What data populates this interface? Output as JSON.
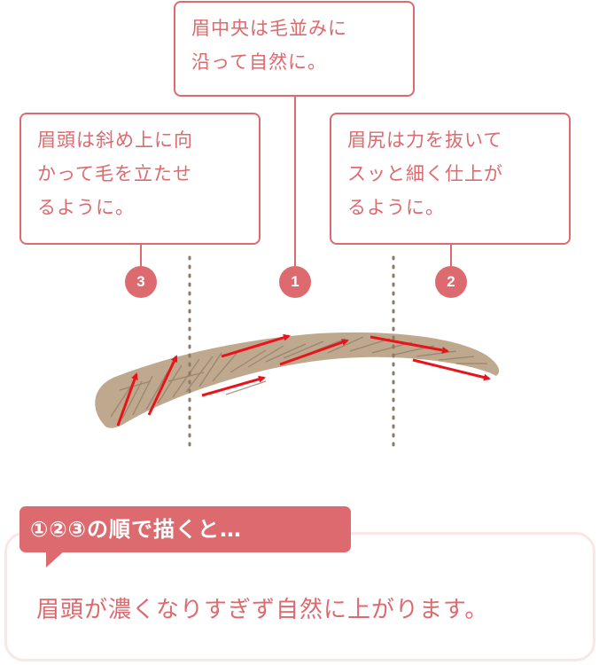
{
  "callouts": {
    "center": {
      "line1": "眉中央は毛並みに",
      "line2": "沿って自然に。"
    },
    "head": {
      "line1": "眉頭は斜め上に向",
      "line2": "かって毛を立たせ",
      "line3": "るように。"
    },
    "tail": {
      "line1": "眉尻は力を抜いて",
      "line2": "スッと細く仕上が",
      "line3": "るように。"
    }
  },
  "badges": {
    "one": "1",
    "two": "2",
    "three": "3"
  },
  "result": {
    "tag": "①②③の順で描くと…",
    "text": "眉頭が濃くなりすぎず自然に上がります。"
  },
  "colors": {
    "accent": "#dc6a6e",
    "arrow": "#e8131b",
    "brow": "#bfa98e",
    "soft_border": "#f9e6e7"
  }
}
